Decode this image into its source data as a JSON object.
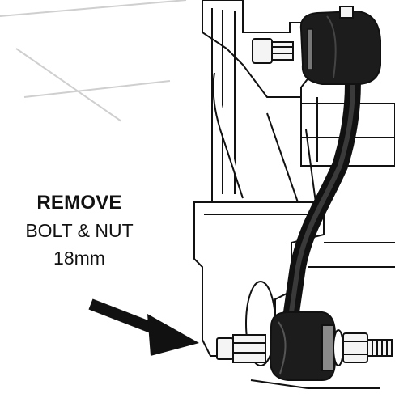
{
  "callout": {
    "action": "REMOVE",
    "target": "BOLT & NUT",
    "size": "18mm"
  },
  "colors": {
    "ink": "#111111",
    "bushing": "#1c1c1c",
    "metal": "#f4f4f4",
    "background": "#ffffff"
  },
  "icons": {
    "arrow": "arrow-down-right-icon"
  }
}
